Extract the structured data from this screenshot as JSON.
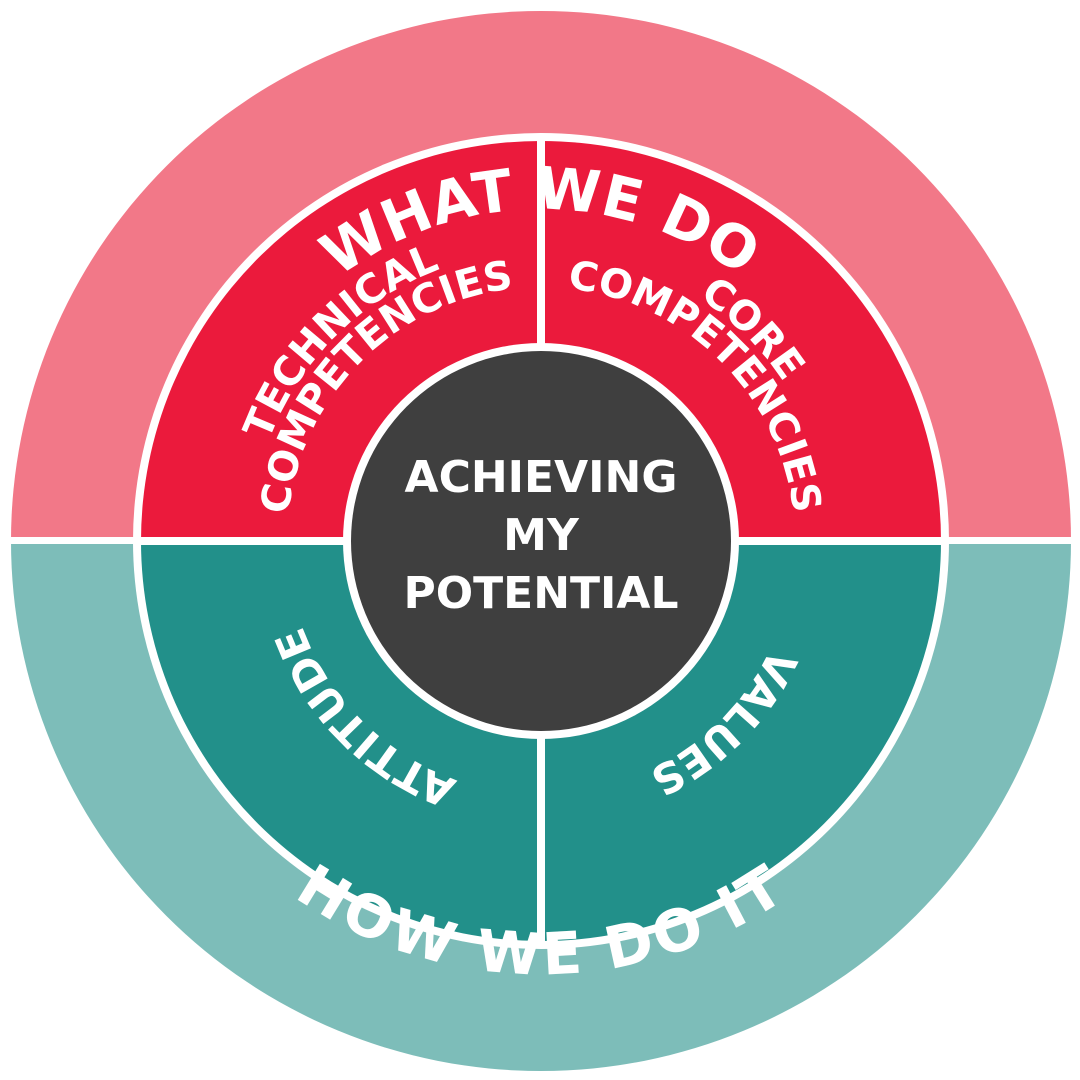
{
  "diagram": {
    "outer_top_label": "WHAT WE DO",
    "outer_bottom_label": "HOW WE DO IT",
    "quadrants": {
      "top_left": {
        "line1": "TECHNICAL",
        "line2": "COMPETENCIES"
      },
      "top_right": {
        "line1": "CORE",
        "line2": "COMPETENCIES"
      },
      "bottom_left": {
        "line1": "ATTITUDE"
      },
      "bottom_right": {
        "line1": "VALUES"
      }
    },
    "center": {
      "line1": "ACHIEVING",
      "line2": "MY",
      "line3": "POTENTIAL"
    }
  },
  "colors": {
    "outer_top": "#F27888",
    "outer_bottom": "#7DBDB9",
    "inner_top": "#EB1A3C",
    "inner_bottom": "#22908A",
    "center": "#3F3F3F",
    "divider": "#FFFFFF"
  }
}
